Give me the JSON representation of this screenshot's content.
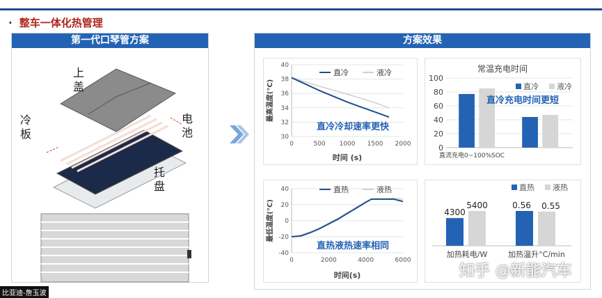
{
  "slide": {
    "title": "整车一体化热管理",
    "bullet": "·",
    "left_header": "第一代口琴管方案",
    "right_header": "方案效果",
    "credit": "比亚迪-詹玉波",
    "watermark": "知乎 @新能汽车",
    "labels": {
      "top_cover": "上盖",
      "cold_plate": "冷板",
      "battery": "电池",
      "tray": "托盘"
    },
    "arrow_icon": "double-chevron-right-icon"
  },
  "colors": {
    "accent": "#2463b4",
    "title_red": "#b0261c",
    "direct": "#1f4e8c",
    "liquid": "#cfcfcf",
    "bar_direct": "#2463b4",
    "bar_liquid": "#d6d6d6"
  },
  "chart_data": [
    {
      "type": "line",
      "xlabel": "时间 (s)",
      "ylabel": "最高温度(°C)",
      "xlim": [
        0,
        2000
      ],
      "ylim": [
        30,
        40
      ],
      "xticks": [
        0,
        500,
        1000,
        1500,
        2000
      ],
      "yticks": [
        30,
        32,
        34,
        36,
        38,
        40
      ],
      "legend": "top-right",
      "annotation": "直冷冷却速率更快",
      "series": [
        {
          "name": "直冷",
          "x": [
            0,
            250,
            500,
            750,
            1000,
            1250,
            1500,
            1750
          ],
          "y": [
            38.2,
            37.3,
            36.4,
            35.6,
            34.8,
            34.1,
            33.4,
            32.7
          ]
        },
        {
          "name": "液冷",
          "x": [
            0,
            500,
            1000,
            1500,
            1750
          ],
          "y": [
            38.2,
            37.0,
            35.9,
            34.7,
            34.0
          ]
        }
      ]
    },
    {
      "type": "bar",
      "title": "常温充电时间",
      "categories": [
        "直流充电0~100%SOC",
        ""
      ],
      "ylim": [
        0,
        100
      ],
      "yticks": [
        0,
        20,
        40,
        60,
        80,
        100
      ],
      "legend": "top-right",
      "annotation": "直冷充电时间更短",
      "series": [
        {
          "name": "直冷",
          "values": [
            77,
            44
          ]
        },
        {
          "name": "液冷",
          "values": [
            85,
            47
          ]
        }
      ]
    },
    {
      "type": "line",
      "xlabel": "时间(s)",
      "ylabel": "最低温度(°C)",
      "xlim": [
        0,
        6000
      ],
      "ylim": [
        -40,
        40
      ],
      "xticks": [
        0,
        2000,
        4000,
        6000
      ],
      "yticks": [
        -40,
        -20,
        0,
        20,
        40
      ],
      "legend": "top",
      "annotation": "直热液热速率相同",
      "series": [
        {
          "name": "直热",
          "x": [
            0,
            500,
            1000,
            1500,
            2000,
            2500,
            3000,
            3500,
            4000,
            4300,
            5000,
            5500,
            6000
          ],
          "y": [
            -20,
            -19,
            -15,
            -10,
            -4,
            2,
            9,
            16,
            23,
            27,
            27,
            27,
            24
          ]
        },
        {
          "name": "液热",
          "x": [
            0,
            500,
            1000,
            1500,
            2000,
            2500,
            3000,
            3500,
            4000,
            4300,
            5000,
            5500,
            6000
          ],
          "y": [
            -20,
            -18,
            -14,
            -9,
            -3,
            3,
            10,
            17,
            24,
            27,
            27,
            28,
            27
          ]
        }
      ]
    },
    {
      "type": "bar",
      "categories": [
        "加热耗电/W",
        "加热温升°C/min"
      ],
      "legend": "top-right",
      "data_labels": true,
      "series": [
        {
          "name": "直热",
          "values": [
            4300,
            0.56
          ]
        },
        {
          "name": "液热",
          "values": [
            5400,
            0.55
          ]
        }
      ]
    }
  ]
}
